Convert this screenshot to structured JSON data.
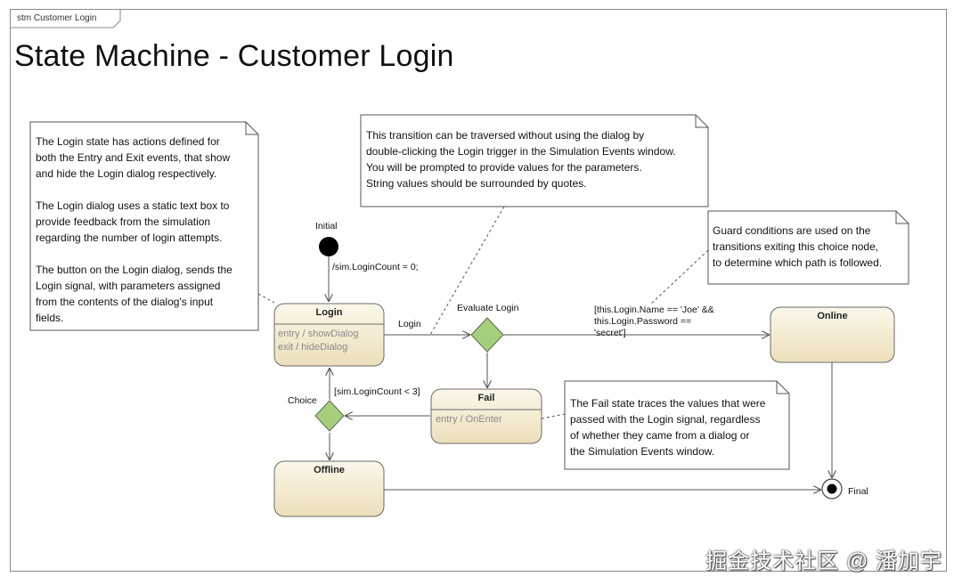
{
  "frame": {
    "tab_label": "stm Customer Login",
    "title": "State Machine - Customer Login"
  },
  "notes": {
    "login_actions": "The Login state has actions defined for\nboth the Entry and Exit events, that show\nand hide the Login dialog respectively.\n\nThe Login dialog uses a static text box to\nprovide feedback from the simulation\nregarding the number of login attempts.\n\nThe button on the Login dialog, sends the\nLogin signal, with parameters assigned\nfrom the contents of the dialog's input\nfields.",
    "transition_traversal": "This transition can be traversed without using the dialog by\ndouble-clicking the Login trigger in the Simulation Events window.\nYou will be prompted to provide values for the parameters.\nString values should be surrounded by quotes.",
    "guard_conditions": "Guard conditions are used on the\ntransitions exiting this choice node,\nto determine which path is followed.",
    "fail_trace": "The Fail state traces the values that were\npassed with the Login signal, regardless\nof whether they came from a dialog or\nthe Simulation Events window."
  },
  "states": {
    "login": {
      "name": "Login",
      "actions": [
        "entry / showDialog",
        "exit / hideDialog"
      ]
    },
    "online": {
      "name": "Online"
    },
    "fail": {
      "name": "Fail",
      "actions": [
        "entry / OnEnter"
      ]
    },
    "offline": {
      "name": "Offline"
    }
  },
  "pseudostates": {
    "initial": "Initial",
    "evaluate": "Evaluate Login",
    "choice": "Choice",
    "final": "Final"
  },
  "transitions": {
    "initial_effect": "/sim.LoginCount = 0;",
    "login_trigger": "Login",
    "guard_online": "[this.Login.Name == 'Joe' &&\nthis.Login.Password ==\n'secret']",
    "guard_retry": "[sim.LoginCount < 3]"
  },
  "watermark": "掘金技术社区 @ 潘加宇",
  "colors": {
    "state_fill_top": "#fbf7ea",
    "state_fill_bottom": "#ecdfba",
    "state_border": "#6b6b6b",
    "choice_fill": "#a5cf7d",
    "line": "#555555",
    "note_fill": "#ffffff",
    "note_border": "#555555"
  }
}
